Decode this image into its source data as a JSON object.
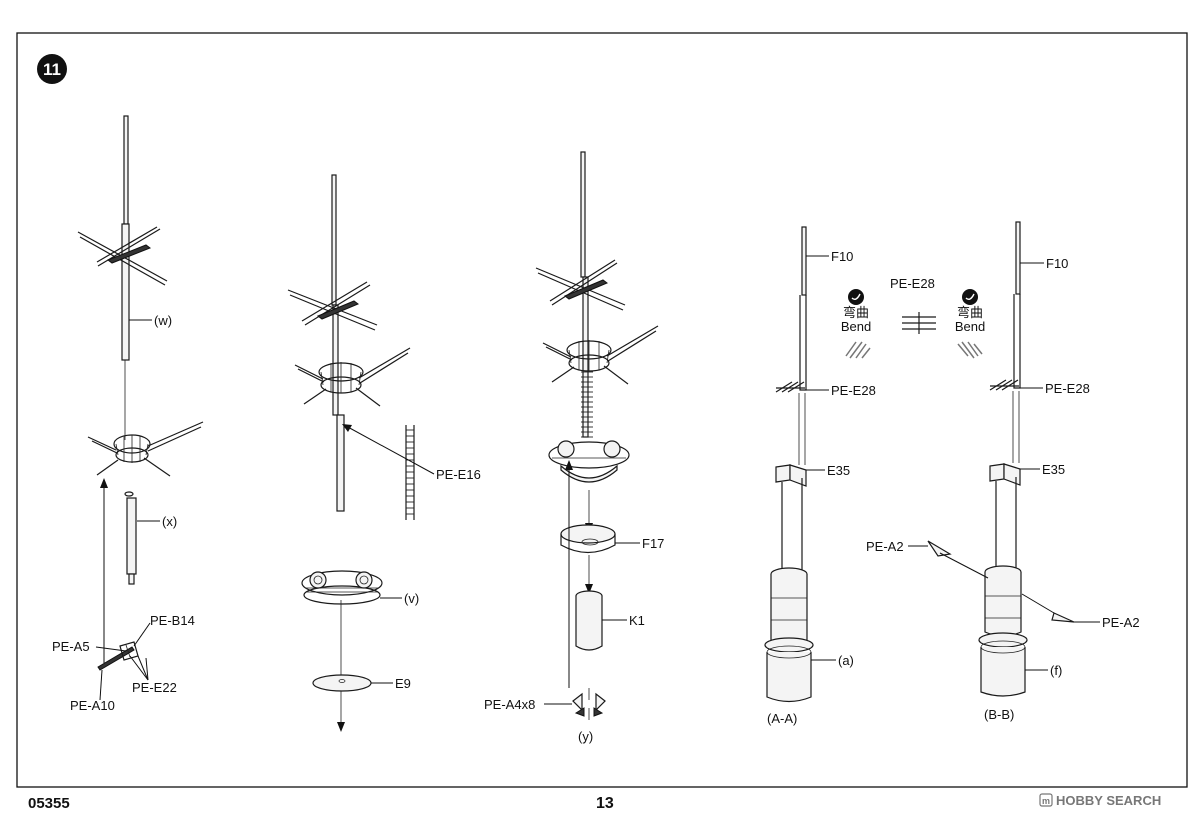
{
  "step": {
    "number": "11"
  },
  "labels": {
    "w": "(w)",
    "x": "(x)",
    "pe_a5": "PE-A5",
    "pe_b14": "PE-B14",
    "pe_e22": "PE-E22",
    "pe_a10": "PE-A10",
    "pe_e16": "PE-E16",
    "v": "(v)",
    "e9": "E9",
    "f17": "F17",
    "k1": "K1",
    "pe_a4x8": "PE-A4x8",
    "y": "(y)",
    "f10_a": "F10",
    "pe_e28_a": "PE-E28",
    "e35_a": "E35",
    "a": "(a)",
    "a_a": "(A-A)",
    "pe_e28_center": "PE-E28",
    "bend_cn_1": "弯曲",
    "bend_en_1": "Bend",
    "bend_cn_2": "弯曲",
    "bend_en_2": "Bend",
    "f10_b": "F10",
    "pe_e28_b": "PE-E28",
    "e35_b": "E35",
    "pe_a2_left": "PE-A2",
    "pe_a2_right": "PE-A2",
    "f": "(f)",
    "b_b": "(B-B)"
  },
  "footer": {
    "code": "05355",
    "page": "13",
    "watermark": "HOBBY SEARCH"
  }
}
